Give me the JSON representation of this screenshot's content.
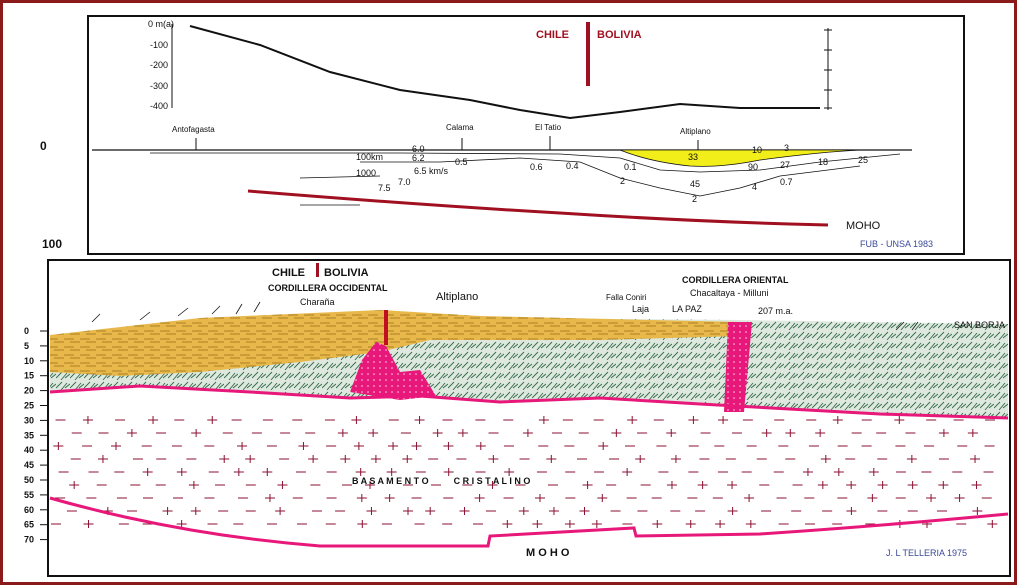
{
  "top_panel": {
    "depth_ticks": [
      "0 m(a)",
      "-100",
      "-200",
      "-300",
      "-400"
    ],
    "border_chile": "CHILE",
    "border_bolivia": "BOLIVIA",
    "places": [
      "Antofagasta",
      "Calama",
      "El Tatio",
      "Altiplano"
    ],
    "velocity_labels": [
      "100km",
      "1000",
      "6.0",
      "6.2",
      "6.5 km/s",
      "7.0",
      "7.5",
      "0.5",
      "0.6",
      "0.4",
      "0.1",
      "2",
      "33",
      "45",
      "2",
      "90",
      "4",
      "27",
      "0.7",
      "3",
      "10",
      "18",
      "25"
    ],
    "moho_label": "MOHO",
    "credit": "FUB - UNSA 1983"
  },
  "outer_axis": {
    "top": "0",
    "bottom": "100"
  },
  "bottom_panel": {
    "border_chile": "CHILE",
    "border_bolivia": "BOLIVIA",
    "cordillera_occidental": "CORDILLERA OCCIDENTAL",
    "charaña": "Charaña",
    "altiplano": "Altiplano",
    "cordillera_oriental": "CORDILLERA ORIENTAL",
    "chacaltaya": "Chacaltaya - Milluni",
    "age": "207 m.a.",
    "falla": "Falla Coniri",
    "laja": "Laja",
    "la_paz": "LA PAZ",
    "san_borja": "SAN BORJA",
    "basement": "B A S A M E N T O          C R I S T A L I N O",
    "moho_label": "M O H O",
    "credit": "J. L TELLERIA  1975",
    "depth_ticks": [
      "0",
      "5",
      "10",
      "15",
      "20",
      "25",
      "30",
      "35",
      "40",
      "45",
      "50",
      "55",
      "60",
      "65",
      "70"
    ]
  },
  "colors": {
    "frame": "#8b1a1a",
    "moho": "#a01020",
    "granite": "#e8177a",
    "sediment": "#e8b94a",
    "altiplano_fill": "#f2ee1a",
    "schist": "#2f6a4a",
    "credit_blue": "#3a4a9a"
  }
}
